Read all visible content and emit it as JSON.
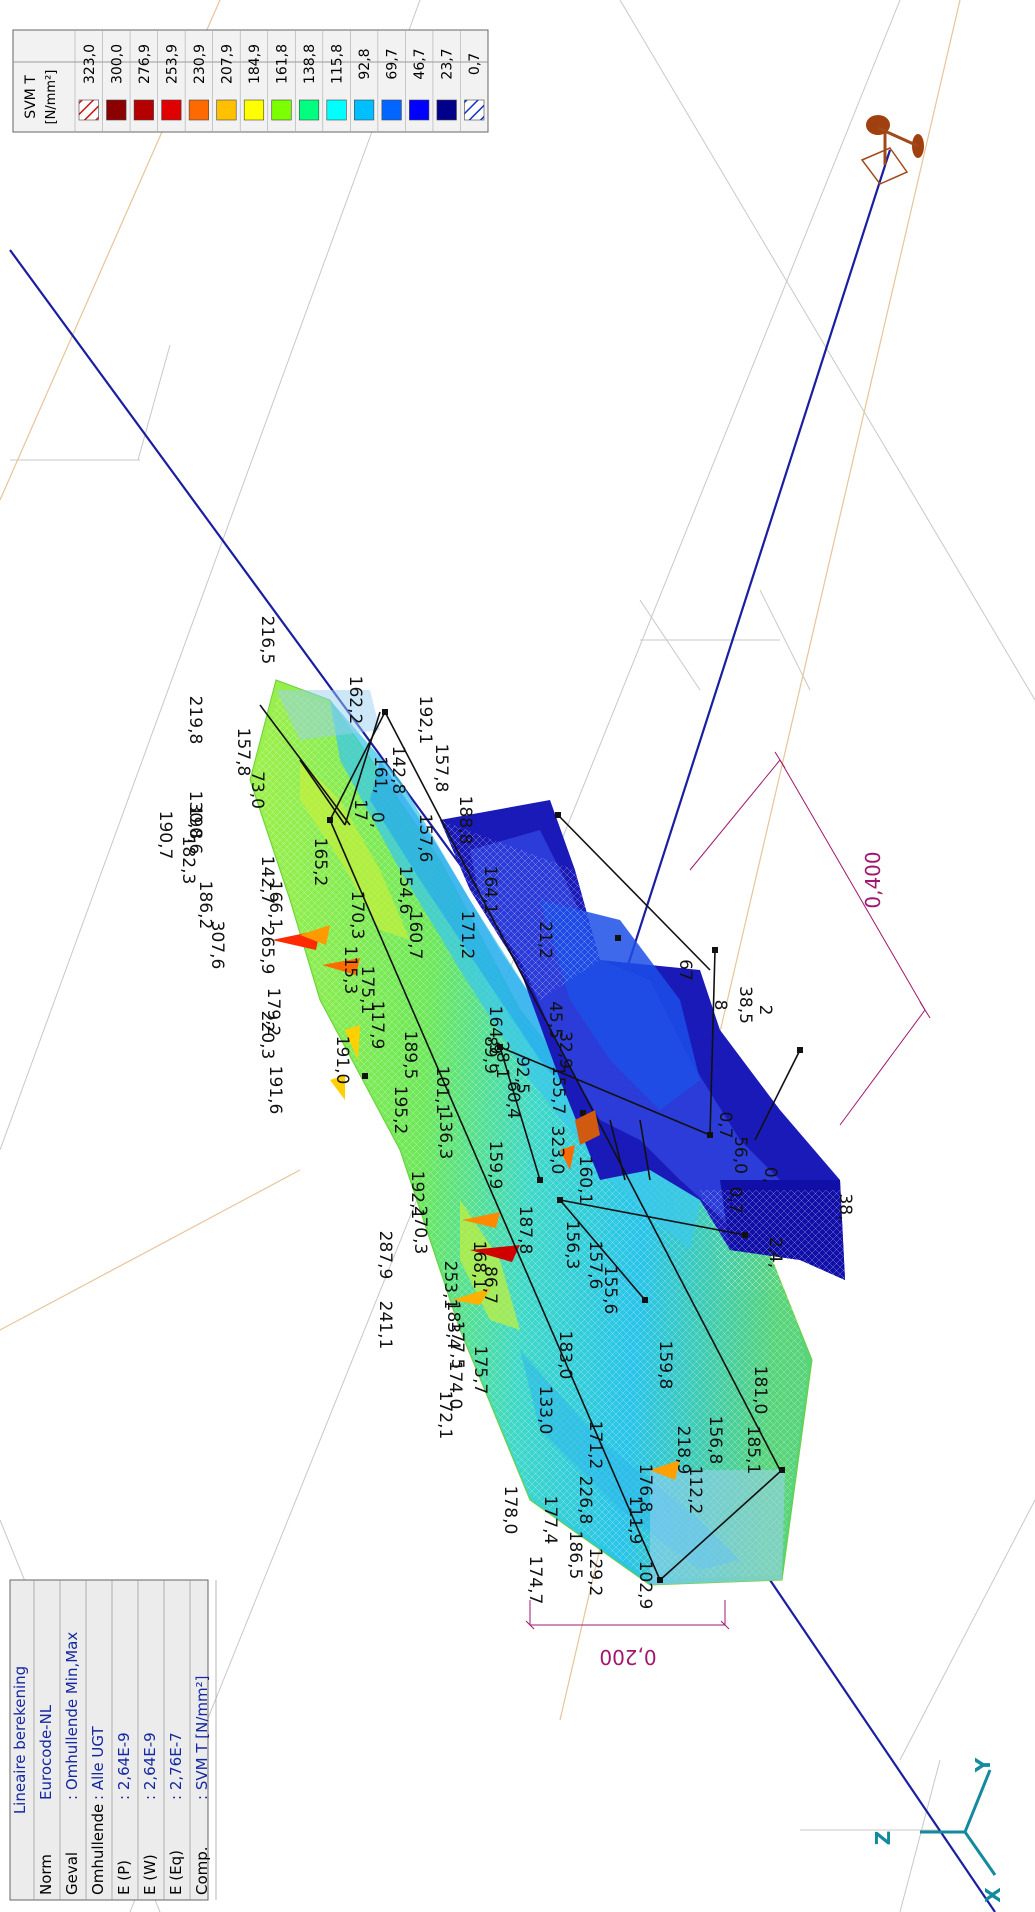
{
  "legend": {
    "title": "SVM T",
    "unit": "[N/mm²]",
    "entries": [
      {
        "value": "323,0",
        "color": "#c9302c",
        "pattern": "hatch-red"
      },
      {
        "value": "300,0",
        "color": "#8b0000"
      },
      {
        "value": "276,9",
        "color": "#b40000"
      },
      {
        "value": "253,9",
        "color": "#e10000"
      },
      {
        "value": "230,9",
        "color": "#ff6a00"
      },
      {
        "value": "207,9",
        "color": "#ffc000"
      },
      {
        "value": "184,9",
        "color": "#ffff00"
      },
      {
        "value": "161,8",
        "color": "#7cff00"
      },
      {
        "value": "138,8",
        "color": "#00ff7f"
      },
      {
        "value": "115,8",
        "color": "#00ffff"
      },
      {
        "value": "92,8",
        "color": "#00bfff"
      },
      {
        "value": "69,7",
        "color": "#0066ff"
      },
      {
        "value": "46,7",
        "color": "#0000ff"
      },
      {
        "value": "23,7",
        "color": "#00008b"
      },
      {
        "value": "0,7",
        "color": "#0000cd",
        "pattern": "hatch-blue"
      }
    ]
  },
  "info": {
    "title": "Lineaire berekening",
    "rows": [
      {
        "key": "Norm",
        "value": "Eurocode-NL"
      },
      {
        "key": "Geval",
        "value": ": Omhullende Min,Max"
      },
      {
        "key": "Omhullende",
        "value": ": Alle UGT"
      },
      {
        "key": "E (P)",
        "value": ": 2,64E-9"
      },
      {
        "key": "E (W)",
        "value": ": 2,64E-9"
      },
      {
        "key": "E (Eq)",
        "value": ": 2,76E-7"
      },
      {
        "key": "Comp.",
        "value": ": SVM T [N/mm²]"
      }
    ]
  },
  "dimensions": {
    "d1": "0,400",
    "d2": "0,200"
  },
  "axes": {
    "x": "X",
    "y": "Y",
    "z": "Z"
  },
  "colors": {
    "dimension": "#a0186e",
    "axis": "#138a9e",
    "beam": "#1428a0",
    "info_text": "#1428a0"
  },
  "values": [
    "216,5",
    "157,8",
    "219,8",
    "162,2",
    "192,1",
    "157,8",
    "142,8",
    "161,",
    "73,0",
    "130,8",
    "17",
    "0,",
    "188,8",
    "190,7",
    "190,6",
    "157,6",
    "182,3",
    "165,2",
    "142,7",
    "154,6",
    "186,2",
    "166,1",
    "170,3",
    "160,7",
    "171,2",
    "164,1",
    "21,2",
    "307,6",
    "265,9",
    "115,3",
    "175,1",
    "179,2",
    "117,9",
    "220,3",
    "191,0",
    "189,5",
    "89,9",
    "164,9",
    "45,5",
    "32,9",
    "101,1",
    "195,2",
    "191,6",
    "136,3",
    "92,5",
    "28,1",
    "60,4",
    "155,7",
    "159,9",
    "323,0",
    "160,1",
    "192,1",
    "270,3",
    "187,8",
    "168,1",
    "156,3",
    "157,6",
    "287,9",
    "86,7",
    "253,1",
    "183,4",
    "155,6",
    "241,1",
    "177,5",
    "183,0",
    "175,7",
    "174,0",
    "159,8",
    "172,1",
    "133,0",
    "181,0",
    "218,9",
    "156,8",
    "171,2",
    "185,1",
    "176,8",
    "226,8",
    "178,0",
    "177,4",
    "112,2",
    "111,9",
    "186,5",
    "174,7",
    "129,2",
    "102,9",
    "38,5",
    "0,7",
    "56,0",
    "0,",
    "38,",
    "4,",
    "0,7",
    "2,",
    "67",
    "8",
    "2"
  ]
}
